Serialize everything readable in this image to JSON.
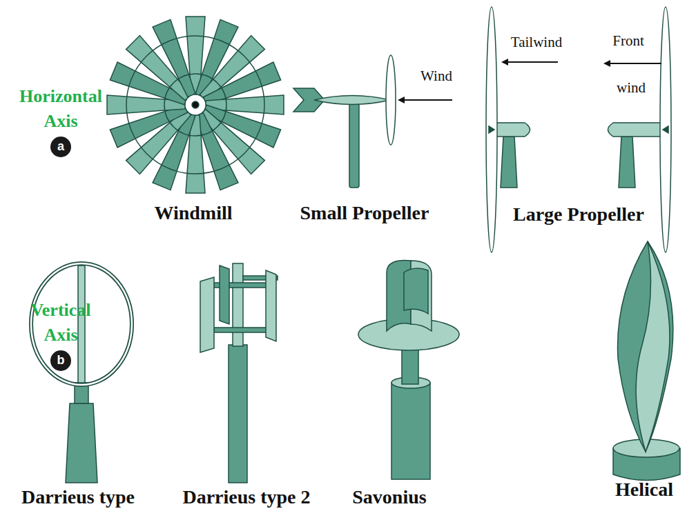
{
  "diagram": {
    "nodes": [
      {
        "text": [
          "a"
        ]
      },
      {
        "text": [
          "b"
        ]
      }
    ],
    "labels": [
      "Horizontal Axis",
      "Windmill",
      "Small Propeller",
      "Wind",
      "Tailwind",
      "Front",
      "wind",
      "Large Propeller",
      "Vertical Axis",
      "Darrieus type",
      "Darrieus type 2",
      "Savonius",
      "Helical"
    ]
  }
}
